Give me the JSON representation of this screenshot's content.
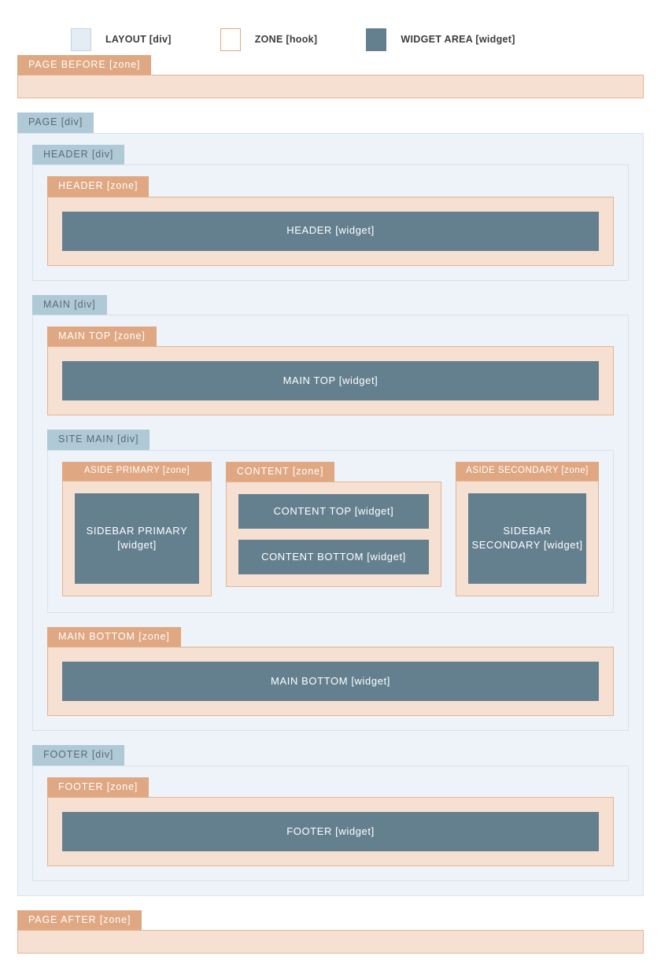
{
  "legend": {
    "items": [
      {
        "label": "LAYOUT [div]",
        "swatch": "layout-swatch",
        "color": "#E3EDF3"
      },
      {
        "label": "ZONE [hook]",
        "swatch": "zone-swatch",
        "color": "#FFFFFF"
      },
      {
        "label": "WIDGET AREA [widget]",
        "swatch": "widget-swatch",
        "color": "#64808F"
      }
    ]
  },
  "colors": {
    "layout_fill": "#EDF3F8",
    "layout_border": "#D5E3ED",
    "layout_tab": "#AFC9D6",
    "layout_tab_text": "#5A6B75",
    "zone_fill": "#F6E0D2",
    "zone_border": "#E6B392",
    "zone_tab": "#DFA782",
    "zone_tab_text": "#FFFFFF",
    "widget_fill": "#64808F",
    "widget_text": "#FFFFFF"
  },
  "diagram": {
    "page_before": {
      "tab": "PAGE BEFORE [zone]"
    },
    "page": {
      "tab": "PAGE [div]"
    },
    "header_div": {
      "tab": "HEADER [div]"
    },
    "header_zone": {
      "tab": "HEADER [zone]"
    },
    "header_widget": {
      "label": "HEADER [widget]"
    },
    "main_div": {
      "tab": "MAIN [div]"
    },
    "main_top_zone": {
      "tab": "MAIN TOP [zone]"
    },
    "main_top_widget": {
      "label": "MAIN TOP [widget]"
    },
    "site_main_div": {
      "tab": "SITE MAIN [div]"
    },
    "aside_primary_zone": {
      "tab": "ASIDE PRIMARY [zone]"
    },
    "sidebar_primary_widget": {
      "label": "SIDEBAR PRIMARY [widget]"
    },
    "content_zone": {
      "tab": "CONTENT [zone]"
    },
    "content_top_widget": {
      "label": "CONTENT TOP [widget]"
    },
    "content_bottom_widget": {
      "label": "CONTENT BOTTOM [widget]"
    },
    "aside_secondary_zone": {
      "tab": "ASIDE SECONDARY [zone]"
    },
    "sidebar_secondary_widget": {
      "label": "SIDEBAR SECONDARY [widget]"
    },
    "main_bottom_zone": {
      "tab": "MAIN BOTTOM [zone]"
    },
    "main_bottom_widget": {
      "label": "MAIN BOTTOM [widget]"
    },
    "footer_div": {
      "tab": "FOOTER [div]"
    },
    "footer_zone": {
      "tab": "FOOTER [zone]"
    },
    "footer_widget": {
      "label": "FOOTER [widget]"
    },
    "page_after": {
      "tab": "PAGE AFTER [zone]"
    }
  }
}
